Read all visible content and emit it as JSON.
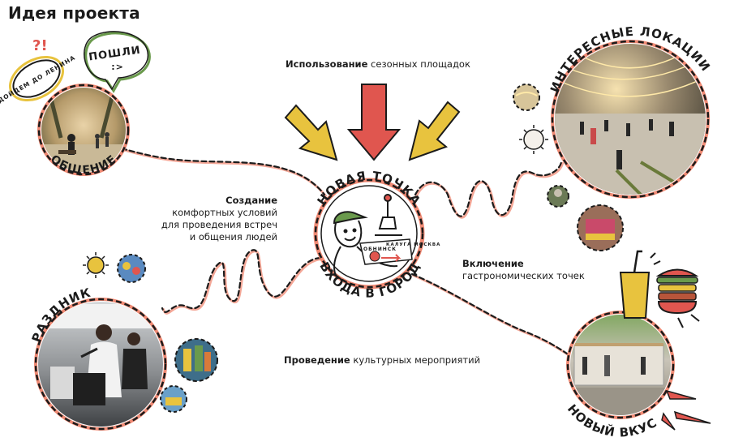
{
  "page_title": "Идея проекта",
  "center": {
    "arc_top": "НОВАЯ ТОЧКА",
    "arc_bottom": "ВХОДА В ГОРОД",
    "sign_top": "ОБНИНСК",
    "sign_bottom": "КАЛУГА МОСКВА"
  },
  "nodes": {
    "communication": "ОБЩЕНИЕ",
    "locations": "ИНТЕРЕСНЫЕ ЛОКАЦИИ",
    "holidays": "ПРАЗДНИКИ",
    "taste": "НОВЫЙ ВКУС"
  },
  "bubbles": {
    "left_marks": "?!",
    "left": "ДОЙДЕМ ДО ЛЕНИНА",
    "right": "ПОШЛИ",
    "right_face": ":>"
  },
  "captions": {
    "seasonal_bold": "Использование",
    "seasonal_rest": " сезонных  площадок",
    "comfort_bold": "Создание",
    "comfort_line1": "комфортных условий",
    "comfort_line2": "для проведения встреч",
    "comfort_line3": "и общения людей",
    "gastro_bold": "Включение",
    "gastro_rest": "гастрономических точек",
    "cultural_bold": "Проведение",
    "cultural_rest": " культурных мероприятий"
  },
  "colors": {
    "accent_red": "#e0564f",
    "accent_yellow": "#e8c33e",
    "ink": "#1b1b1b"
  }
}
